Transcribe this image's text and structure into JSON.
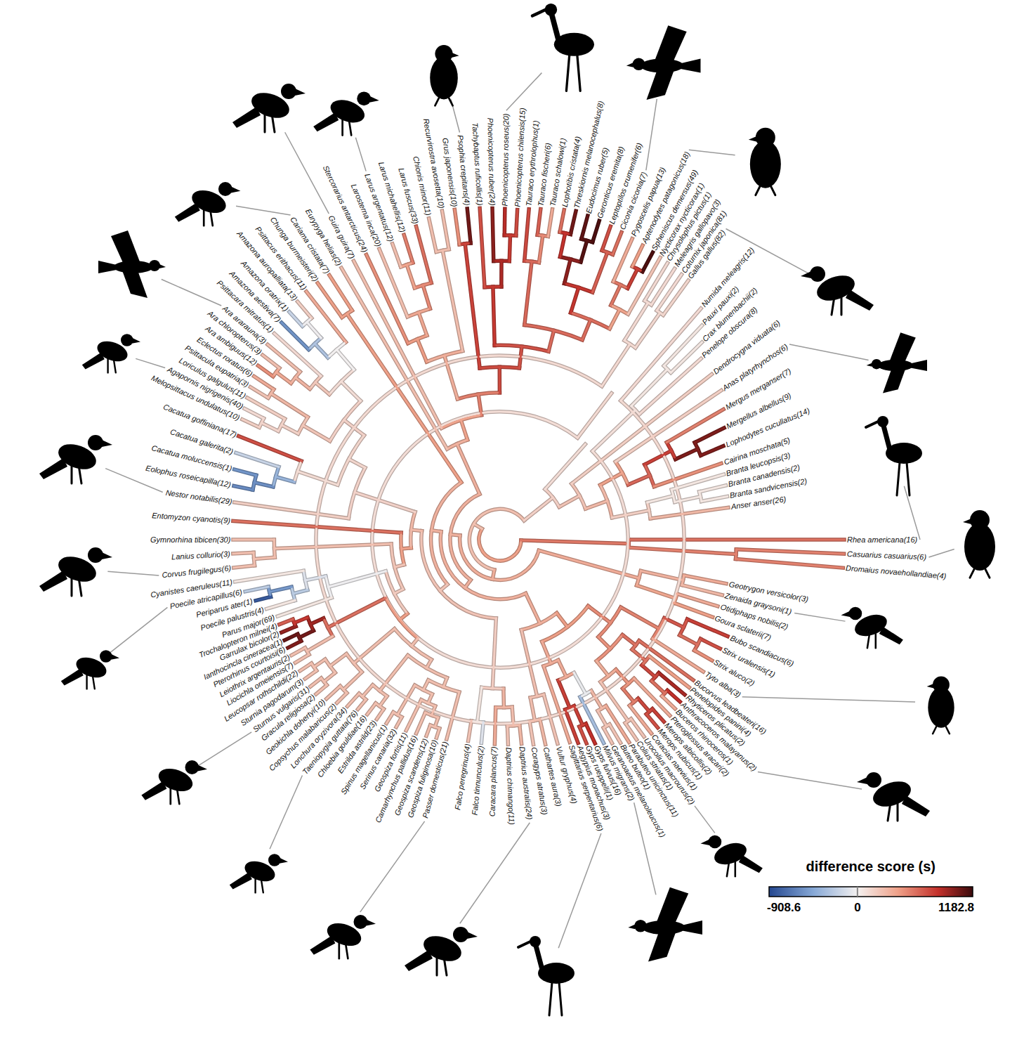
{
  "diagram": {
    "labels": [
      "Rhea americana(16)",
      "Casuarius casuarius(6)",
      "Dromaius novaehollandiae(4)",
      "Geotrygon versicolor(3)",
      "Zenaida graysoni(1)",
      "Otidiphaps nobilis(2)",
      "Goura sclaterii(7)",
      "Bubo scandiacus(6)",
      "Strix uralensis(1)",
      "Strix aluco(2)",
      "Tyto alba(3)",
      "Bucorvus leadbeateri(16)",
      "Penelopides panini(4)",
      "Rhyticeros plicatus(2)",
      "Anthracoceros malayanus(2)",
      "Buceros rhinoceros(1)",
      "Pteroglossus aracari(2)",
      "Merops albicollis(2)",
      "Merops nubicus(1)",
      "Coracias naevius(1)",
      "Urocolius macrourus(2)",
      "Colius striatus(1)",
      "Parabuteo unicinctus(11)",
      "Buteo buteo(1)",
      "Geranoaetus melanoleucus(1)",
      "Milvus migrans(2)",
      "Gyps fulvus(16)",
      "Gyps rueppelli(1)",
      "Aegypius monachus(3)",
      "Sagittarius serpentarius(6)",
      "Vultur gryphus(4)",
      "Cathartes aura(3)",
      "Coragyps atratus(3)",
      "Daptrius australis(24)",
      "Daptrius chimango(11)",
      "Caracara plancus(7)",
      "Falco tinnunculus(2)",
      "Falco peregrinus(4)",
      "Passer domesticus(21)",
      "Geospiza fuliginosa(10)",
      "Geospiza scandens(12)",
      "Camarhynchus pallidus(16)",
      "Geospiza fortis(11)",
      "Serinus canaria(32)",
      "Spinus magellanicus(1)",
      "Estrilda astrild(23)",
      "Chloebia gouldiae(16)",
      "Taeniopygia guttata(76)",
      "Lonchura oryzivora(34)",
      "Copsychus malabaricus(2)",
      "Geokichla dohertyi(10)",
      "Gracula religiosa(2)",
      "Sturnus vulgaris(31)",
      "Sturnia pagodarum(3)",
      "Leucopsar rothschildi(22)",
      "Liocichla omeiensis(7)",
      "Leiothrix argentauris(2)",
      "Pterorhinus courtoisi(6)",
      "Ianthocincla cineracea(1)",
      "Garrulax bicolor(2)",
      "Trochalopteron milnei(4)",
      "Parus major(69)",
      "Poecile palustris(4)",
      "Periparus ater(1)",
      "Poecile atricapillus(6)",
      "Cyanistes caeruleus(11)",
      "Corvus frugilegus(6)",
      "Lanius collurio(3)",
      "Gymnorhina tibicen(30)",
      "Entomyzon cyanotis(9)",
      "Nestor notabilis(29)",
      "Eolophus roseicapilla(12)",
      "Cacatua moluccensis(1)",
      "Cacatua galerita(2)",
      "Cacatua goffiniana(17)",
      "Melopsittacus undulatus(10)",
      "Agapornis nigrigenis(40)",
      "Loriculus galgulus(11)",
      "Psittacula eupatria(3)",
      "Eclectus roratus(6)",
      "Ara ambiguus(12)",
      "Ara chloropterus(3)",
      "Ara ararauna(3)",
      "Psittacara mitratus(1)",
      "Amazona aestiva(7)",
      "Amazona oratrix(1)",
      "Amazona auropalliata(13)",
      "Psittacus erithacus(11)",
      "Chunga burmeisteri(2)",
      "Cariama cristata(7)",
      "Eurypyga helias(2)",
      "Guira guira(7)",
      "Stercorarius antarcticus(24)",
      "Larosterna inca(20)",
      "Larus argentatus(12)",
      "Larus michahellis(12)",
      "Larus fuscus(33)",
      "Chionis minor(11)",
      "Recurvirostra avosetta(10)",
      "Grus japonensis(10)",
      "Psophia crepitans(4)",
      "Tachybaptus ruficollis(1)",
      "Phoenicopterus ruber(24)",
      "Phoenicopterus roseus(20)",
      "Phoenicopterus chilensis(15)",
      "Tauraco erythrolophus(1)",
      "Tauraco fischeri(6)",
      "Tauraco schalowi(1)",
      "Lophotibis cristata(4)",
      "Threskiornis melanocephalus(8)",
      "Eudocimus ruber(5)",
      "Geronticus eremita(8)",
      "Leptoptilos crumenifer(6)",
      "Ciconia ciconia(7)",
      "Pygoscelis papua(13)",
      "Aptenodytes patagonicus(18)",
      "Spheniscus demersus(49)",
      "Nycticorax nycticorax(1)",
      "Chrysolophus pictus(1)",
      "Meleagris gallopavo(3)",
      "Coturnix japonica(81)",
      "Gallus gallus(82)",
      "Numida meleagris(12)",
      "Pauxi pauxi(2)",
      "Crax blumenbachii(2)",
      "Penelope obscura(8)",
      "Dendrocygna viduata(6)",
      "Anas platyrhynchos(6)",
      "Mergus merganser(7)",
      "Mergellus albellus(9)",
      "Lophodytes cucullatus(14)",
      "Cairina moschata(5)",
      "Branta leucopsis(3)",
      "Branta canadensis(2)",
      "Branta sandvicensis(2)",
      "Anser anser(26)",
      "difference score (s)",
      "-908.6",
      "0",
      "1182.8"
    ]
  }
}
